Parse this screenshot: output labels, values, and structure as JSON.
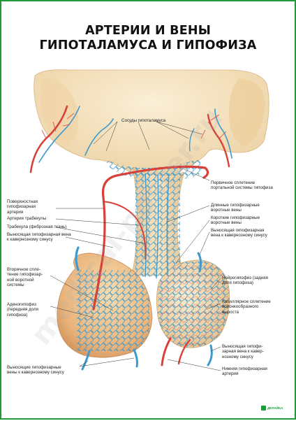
{
  "title": {
    "line1": "АРТЕРИИ И ВЕНЫ",
    "line2": "ГИПОТАЛАМУСА И ГИПОФИЗА"
  },
  "labels": {
    "hypothalamic_vessels": "Сосуды гипоталамуса",
    "superficial_artery": [
      "Поверхностная",
      "гипофизарная",
      "артерия"
    ],
    "trabecular_artery": "Артерия трабекулы",
    "trabecula": "Трабекула (фиброзная ткань)",
    "outflow_vein_upper": [
      "Выносящая гипофизарная вена",
      "к кавернозному синусу"
    ],
    "secondary_plexus": [
      "Вторичное спле-",
      "тение гипофизар-",
      "ной воротной",
      "системы"
    ],
    "adenohypophysis": [
      "Аденогипофиз",
      "(передняя доля",
      "гипофиза)"
    ],
    "outflow_veins_bottom": [
      "Выносящие гипофизарные",
      "вены к кавернозному синусу"
    ],
    "primary_plexus": [
      "Первичное сплетение",
      "портальной системы гипофиза"
    ],
    "long_portal_veins": [
      "Длинные гипофизарные",
      "воротные вены"
    ],
    "short_portal_veins": [
      "Короткие гипофизарные",
      "воротные вены"
    ],
    "outflow_vein_right": [
      "Выносящая гипофизарная",
      "вена к кавернозному синусу"
    ],
    "neurohypophysis": [
      "Нейрогипофиз (задняя",
      "доля гипофиза)"
    ],
    "capillary_plexus": [
      "Капиллярное сплетение",
      "воронкообразного",
      "выроста"
    ],
    "outflow_vein_lower_right": [
      "Выносящая гипофи-",
      "зарная вена к кавер-",
      "нозному синусу"
    ],
    "inferior_artery": [
      "Нижняя гипофизарная",
      "артерия"
    ]
  },
  "watermark": "medical-poster.ru",
  "logo_text": "ДЕЛАЙКА",
  "colors": {
    "artery": "#d8413a",
    "vein": "#3c9ad0",
    "tissue": "#f2ddb4",
    "tissue_dark": "#d9aa75",
    "border": "#1f9a3a"
  }
}
